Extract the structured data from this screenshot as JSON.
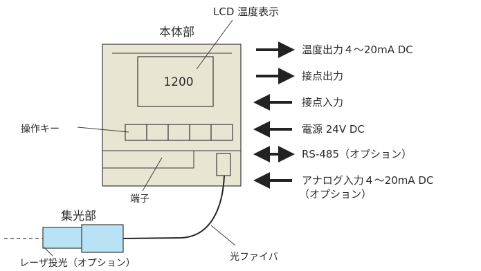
{
  "main_unit": {
    "title": "本体部",
    "display_label": "LCD 温度表示",
    "display_value": "1200",
    "keys_label": "操作キー",
    "terminal_label": "端子",
    "key_count": 5
  },
  "io_signals": [
    {
      "label": "温度出力４～20mA DC",
      "direction": "out"
    },
    {
      "label": "接点出力",
      "direction": "out"
    },
    {
      "label": "接点入力",
      "direction": "in"
    },
    {
      "label": "電源 24V DC",
      "direction": "in"
    },
    {
      "label": "RS-485（オプション）",
      "direction": "both"
    },
    {
      "label": "アナログ入力４～20mA DC",
      "label2": "（オプション）",
      "direction": "in"
    }
  ],
  "collector": {
    "title": "集光部",
    "laser_label": "レーザ投光（オプション）",
    "fiber_label": "光ファイバ"
  },
  "colors": {
    "panel_fill": "#e8e6d2",
    "stroke": "#3a3a3a",
    "collector_fill": "#b9e3f4",
    "arrow": "#222222"
  }
}
